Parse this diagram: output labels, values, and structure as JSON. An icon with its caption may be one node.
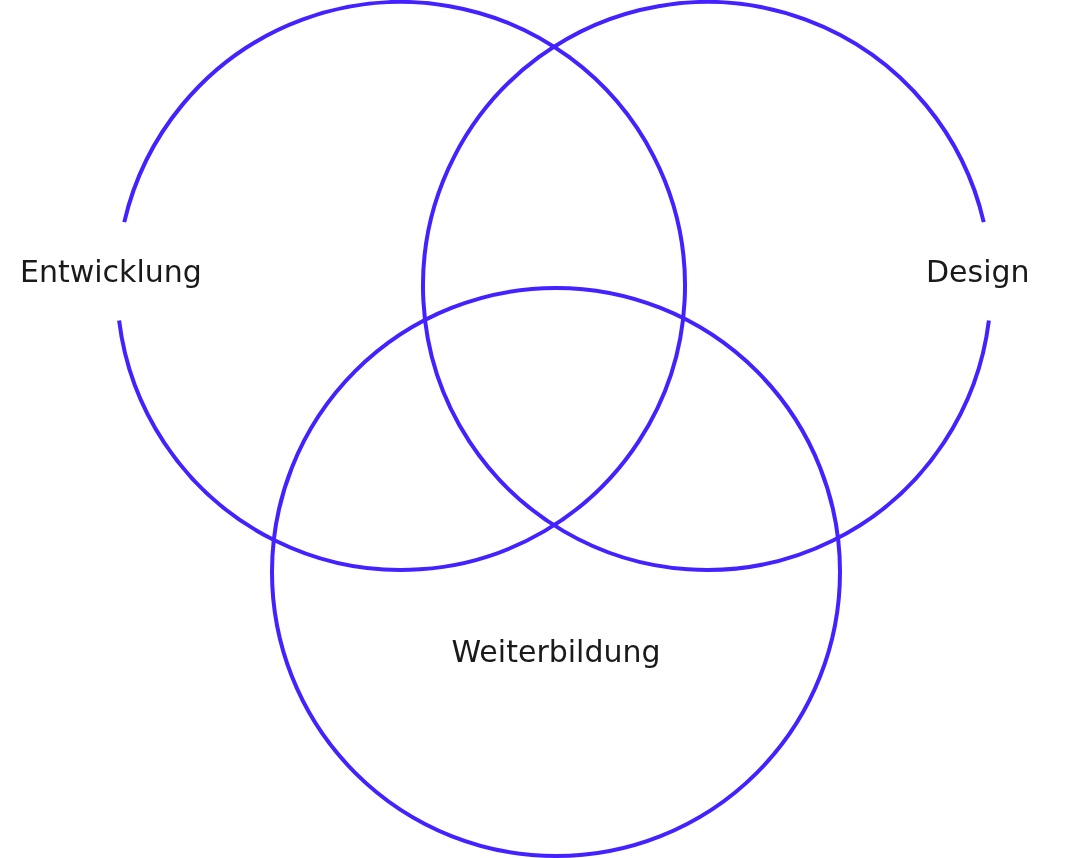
{
  "diagram": {
    "nodes": [
      {
        "text": [
          "Entwicklung"
        ]
      },
      {
        "text": [
          "Design"
        ]
      },
      {
        "text": [
          "Weiterbildung"
        ]
      }
    ],
    "edges": []
  }
}
